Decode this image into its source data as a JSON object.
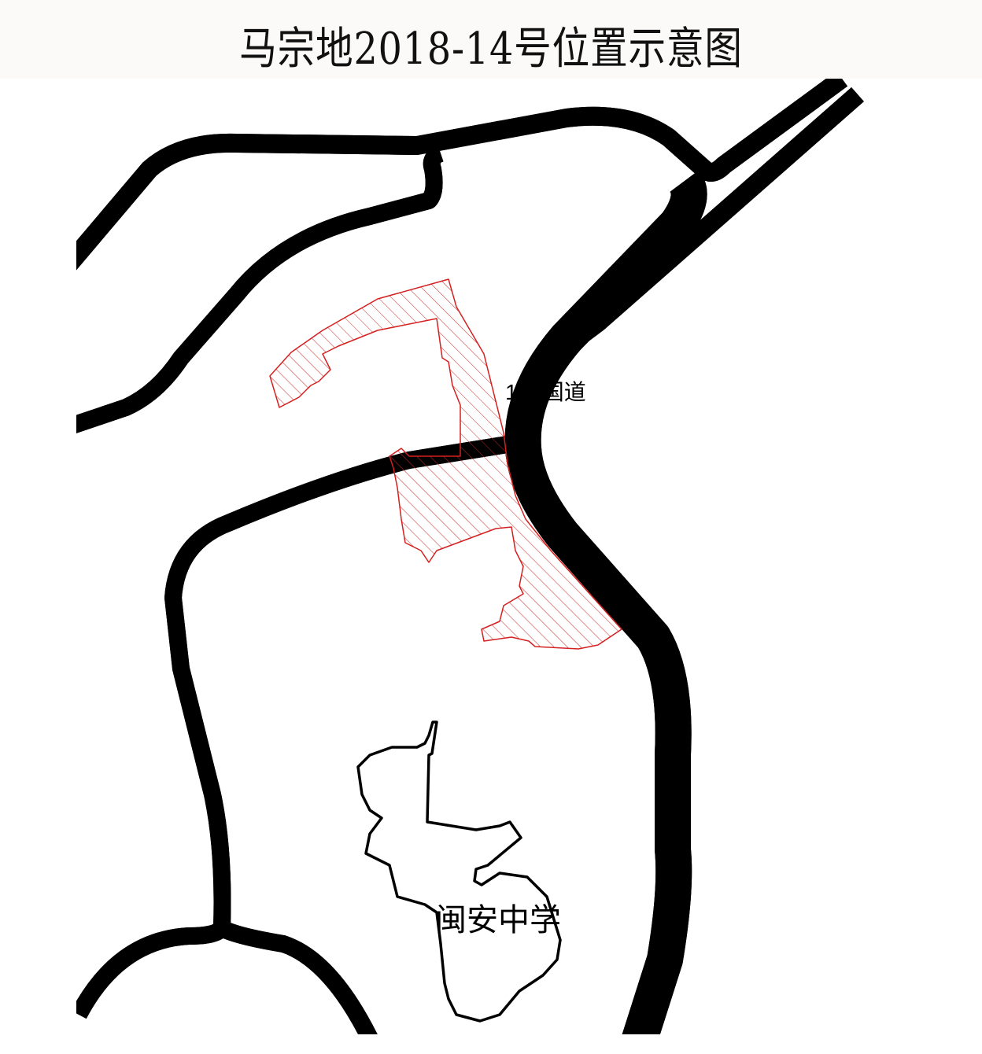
{
  "title": "马宗地2018-14号位置示意图",
  "labels": {
    "road": "104国道",
    "school": "闽安中学"
  },
  "colors": {
    "parcel": "#d42020",
    "road": "#000000",
    "title_band": "#fcf9f9"
  }
}
